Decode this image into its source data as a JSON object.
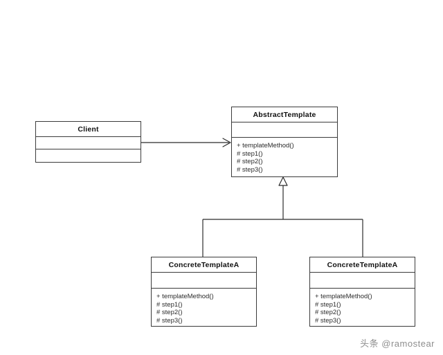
{
  "diagram": {
    "type": "uml-class-diagram",
    "background_color": "#ffffff",
    "line_color": "#3a3a3a",
    "classes": [
      {
        "id": "client",
        "name": "Client",
        "attributes": [],
        "operations": []
      },
      {
        "id": "abstract-template",
        "name": "AbstractTemplate",
        "attributes": [],
        "operations": [
          "+ templateMethod()",
          "# step1()",
          "# step2()",
          "# step3()"
        ]
      },
      {
        "id": "concrete-template-a",
        "name": "ConcreteTemplateA",
        "attributes": [],
        "operations": [
          "+ templateMethod()",
          "# step1()",
          "# step2()",
          "# step3()"
        ]
      },
      {
        "id": "concrete-template-b",
        "name": "ConcreteTemplateA",
        "attributes": [],
        "operations": [
          "+ templateMethod()",
          "# step1()",
          "# step2()",
          "# step3()"
        ]
      }
    ],
    "relationships": [
      {
        "id": "client-uses-abstract",
        "kind": "association",
        "arrowhead": "open",
        "from": "client",
        "to": "abstract-template"
      },
      {
        "id": "concrete-a-extends-abstract",
        "kind": "generalization",
        "arrowhead": "hollow-triangle",
        "from": "concrete-template-a",
        "to": "abstract-template"
      },
      {
        "id": "concrete-b-extends-abstract",
        "kind": "generalization",
        "arrowhead": "hollow-triangle",
        "from": "concrete-template-b",
        "to": "abstract-template"
      }
    ]
  },
  "watermark": {
    "text": "头条 @ramostear"
  }
}
